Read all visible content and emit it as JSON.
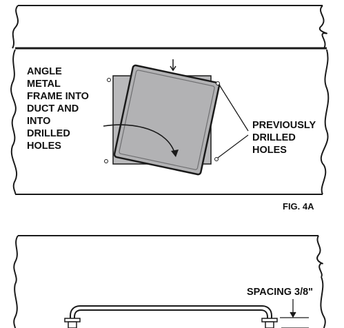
{
  "figure": {
    "left_label_lines": [
      "ANGLE",
      "METAL",
      "FRAME INTO",
      "DUCT AND",
      "INTO",
      "DRILLED",
      "HOLES"
    ],
    "right_label_lines": [
      "PREVIOUSLY",
      "DRILLED",
      "HOLES"
    ],
    "figure_caption": "FIG. 4A",
    "spacing_label": "SPACING 3/8\""
  },
  "colors": {
    "line": "#1a1a1a",
    "frame_fill": "#b9b9bb",
    "frame_edge": "#6e6e70",
    "background": "#ffffff"
  }
}
